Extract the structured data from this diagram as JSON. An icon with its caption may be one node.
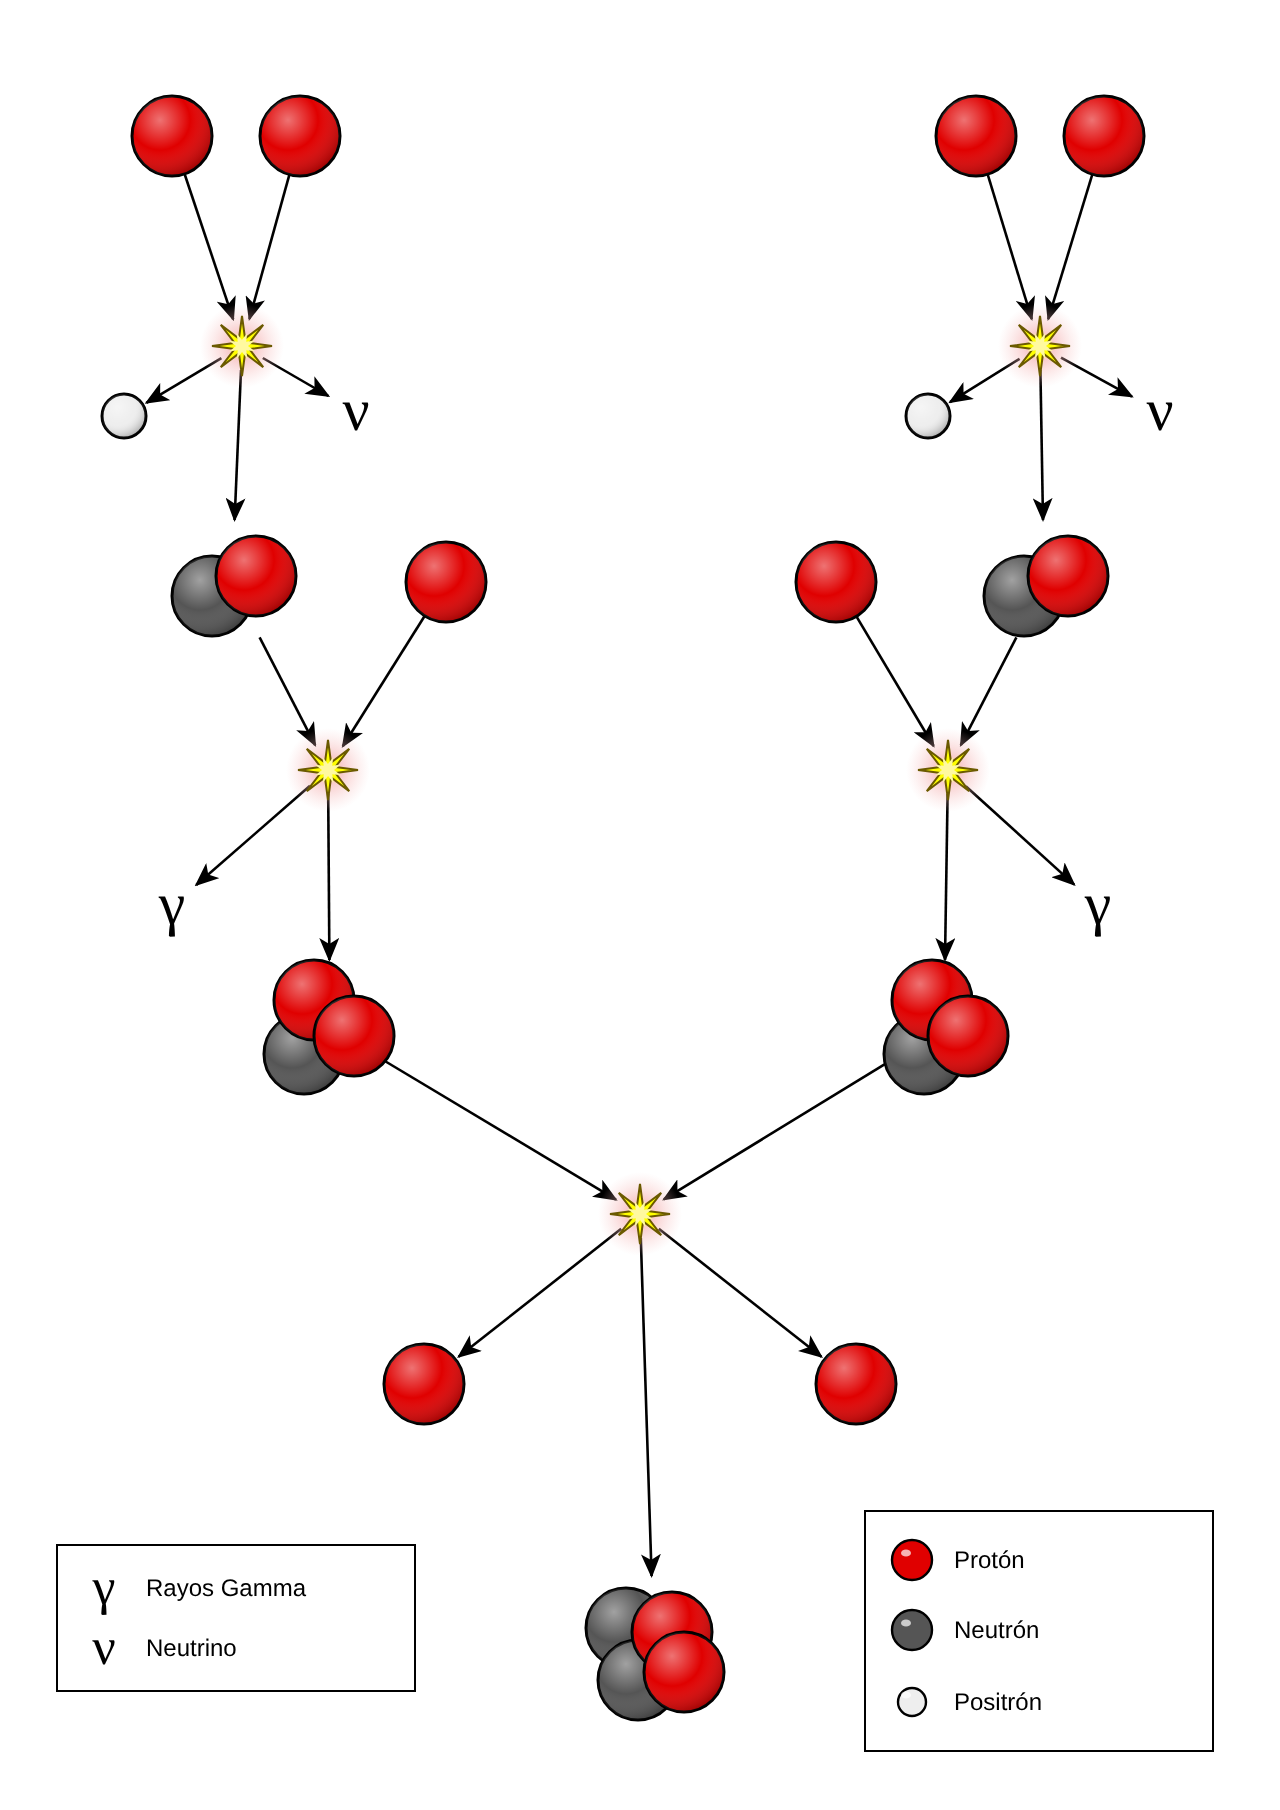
{
  "diagram": {
    "nodes": [
      {
        "text": [],
        "shape": "circle"
      },
      {
        "text": [],
        "shape": "circle"
      },
      {
        "text": [],
        "shape": "star"
      },
      {
        "text": [],
        "shape": "circle"
      },
      {
        "text": [
          "ν"
        ]
      },
      {
        "text": [],
        "shape": "spheres"
      },
      {
        "text": [],
        "shape": "circle"
      },
      {
        "text": [],
        "shape": "star"
      },
      {
        "text": [
          "γ"
        ]
      },
      {
        "text": [],
        "shape": "spheres"
      },
      {
        "text": [],
        "shape": "circle"
      },
      {
        "text": [],
        "shape": "circle"
      },
      {
        "text": [],
        "shape": "star"
      },
      {
        "text": [],
        "shape": "circle"
      },
      {
        "text": [
          "ν"
        ]
      },
      {
        "text": [],
        "shape": "circle"
      },
      {
        "text": [],
        "shape": "spheres"
      },
      {
        "text": [],
        "shape": "star"
      },
      {
        "text": [
          "γ"
        ]
      },
      {
        "text": [],
        "shape": "spheres"
      },
      {
        "text": [],
        "shape": "star"
      },
      {
        "text": [],
        "shape": "circle"
      },
      {
        "text": [],
        "shape": "circle"
      },
      {
        "text": [],
        "shape": "spheres"
      }
    ],
    "edges": [
      {
        "from": 0,
        "to": 2,
        "arrow": "to"
      },
      {
        "from": 1,
        "to": 2,
        "arrow": "to"
      },
      {
        "from": 2,
        "to": 3,
        "arrow": "to"
      },
      {
        "from": 2,
        "to": 4,
        "arrow": "to"
      },
      {
        "from": 2,
        "to": 5,
        "arrow": "to"
      },
      {
        "from": 5,
        "to": 7,
        "arrow": "to"
      },
      {
        "from": 6,
        "to": 7,
        "arrow": "to"
      },
      {
        "from": 7,
        "to": 8,
        "arrow": "to"
      },
      {
        "from": 7,
        "to": 9,
        "arrow": "to"
      },
      {
        "from": 10,
        "to": 12,
        "arrow": "to"
      },
      {
        "from": 11,
        "to": 12,
        "arrow": "to"
      },
      {
        "from": 12,
        "to": 13,
        "arrow": "to"
      },
      {
        "from": 12,
        "to": 14,
        "arrow": "to"
      },
      {
        "from": 12,
        "to": 16,
        "arrow": "to"
      },
      {
        "from": 15,
        "to": 17,
        "arrow": "to"
      },
      {
        "from": 16,
        "to": 17,
        "arrow": "to"
      },
      {
        "from": 17,
        "to": 18,
        "arrow": "to"
      },
      {
        "from": 17,
        "to": 19,
        "arrow": "to"
      },
      {
        "from": 9,
        "to": 20,
        "arrow": "to"
      },
      {
        "from": 19,
        "to": 20,
        "arrow": "to"
      },
      {
        "from": 20,
        "to": 21,
        "arrow": "to"
      },
      {
        "from": 20,
        "to": 22,
        "arrow": "to"
      },
      {
        "from": 20,
        "to": 23,
        "arrow": "to"
      }
    ],
    "labels": [
      "γ",
      "ν"
    ],
    "legend": [
      {
        "text": "Rayos Gamma"
      },
      {
        "text": "Neutrino"
      },
      {
        "text": "Protón",
        "color": "#e00000"
      },
      {
        "text": "Neutrón",
        "color": "#555555"
      },
      {
        "text": "Positrón",
        "color": "#eeeeee"
      }
    ]
  }
}
